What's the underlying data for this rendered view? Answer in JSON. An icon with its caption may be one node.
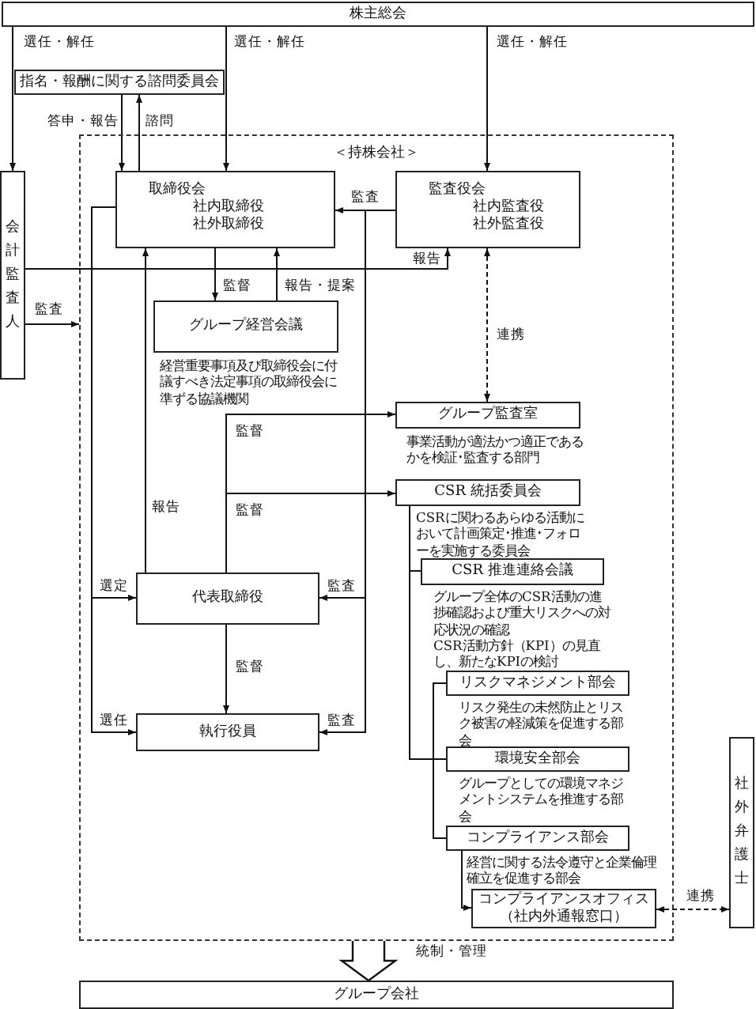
{
  "diagram": {
    "nodes": [
      {
        "text": [
          "株主総会"
        ]
      },
      {
        "text": [
          "指名・報酬に関する諮問委員会"
        ]
      },
      {
        "text": [
          "＜持株会社＞"
        ]
      },
      {
        "text": [
          "取締役会",
          "社内取締役",
          "社外取締役"
        ],
        "in": 2
      },
      {
        "text": [
          "監査役会",
          "社内監査役",
          "社外監査役"
        ],
        "in": 2
      },
      {
        "text": [
          "会計監査人"
        ]
      },
      {
        "text": [
          "グループ経営会議"
        ],
        "in": 2,
        "beside": [
          "経営重要事項及び取締役会に付議すべき法定事項の取締役会に準ずる協議機関"
        ]
      },
      {
        "text": [
          "グループ監査室"
        ],
        "in": 2,
        "beside": [
          "事業活動が適法かつ適正であるかを検証･監査する部門"
        ]
      },
      {
        "text": [
          "CSR 統括委員会"
        ],
        "in": 2,
        "beside": [
          "CSRに関わるあらゆる活動において計画策定･推進･フォローを実施する委員会"
        ]
      },
      {
        "text": [
          "CSR 推進連絡会議"
        ],
        "in": 2,
        "beside": [
          "グループ全体のCSR活動の進捗確認および重大リスクへの対応状況の確認",
          "CSR活動方針（KPI）の見直し、新たなKPIの検討"
        ]
      },
      {
        "text": [
          "代表取締役"
        ],
        "in": 2
      },
      {
        "text": [
          "リスクマネジメント部会"
        ],
        "in": 2,
        "beside": [
          "リスク発生の未然防止とリスク被害の軽減策を促進する部会"
        ]
      },
      {
        "text": [
          "執行役員"
        ],
        "in": 2
      },
      {
        "text": [
          "環境安全部会"
        ],
        "in": 2,
        "beside": [
          "グループとしての環境マネジメントシステムを推進する部会"
        ]
      },
      {
        "text": [
          "コンプライアンス部会"
        ],
        "in": 2,
        "beside": [
          "経営に関する法令遵守と企業倫理確立を促進する部会"
        ]
      },
      {
        "text": [
          "コンプライアンスオフィス",
          "（社内外通報窓口）"
        ],
        "in": 2
      },
      {
        "text": [
          "社外弁護士"
        ]
      },
      {
        "text": [
          "グループ会社"
        ]
      }
    ],
    "edges": [
      {
        "from": 0,
        "to": 5,
        "arrow": "to",
        "label": "選任・解任"
      },
      {
        "from": 0,
        "to": 3,
        "arrow": "to",
        "label": "選任・解任"
      },
      {
        "from": 0,
        "to": 4,
        "arrow": "to",
        "label": "選任・解任"
      },
      {
        "from": 1,
        "to": 3,
        "arrow": "to",
        "label": "答申・報告"
      },
      {
        "from": 3,
        "to": 1,
        "arrow": "to",
        "label": "諮問"
      },
      {
        "from": 4,
        "to": 3,
        "arrow": "to",
        "label": "監査"
      },
      {
        "from": 5,
        "to": 4,
        "arrow": "to",
        "label": "報告"
      },
      {
        "from": 5,
        "to": 2,
        "arrow": "to",
        "label": "監査"
      },
      {
        "from": 3,
        "to": 6,
        "arrow": "to",
        "label": "監督"
      },
      {
        "from": 6,
        "to": 3,
        "arrow": "to",
        "label": "報告・提案"
      },
      {
        "from": 4,
        "to": 7,
        "arrow": "both",
        "label": "連携",
        "style": "dashed"
      },
      {
        "from": 3,
        "to": 10,
        "arrow": "to",
        "label": "選定"
      },
      {
        "from": 3,
        "to": 12,
        "arrow": "to",
        "label": "選任"
      },
      {
        "from": 10,
        "to": 3,
        "arrow": "to",
        "label": "報告"
      },
      {
        "from": 10,
        "to": 7,
        "arrow": "to",
        "label": "監督"
      },
      {
        "from": 10,
        "to": 8,
        "arrow": "to",
        "label": "監督"
      },
      {
        "from": 4,
        "to": 10,
        "arrow": "to",
        "label": "監査"
      },
      {
        "from": 4,
        "to": 12,
        "arrow": "to",
        "label": "監査"
      },
      {
        "from": 10,
        "to": 12,
        "arrow": "to",
        "label": "監督"
      },
      {
        "from": 8,
        "to": 9,
        "arrow": "none"
      },
      {
        "from": 8,
        "to": 13,
        "arrow": "none"
      },
      {
        "from": 11,
        "to": 14,
        "arrow": "none"
      },
      {
        "from": 14,
        "to": 15,
        "arrow": "to"
      },
      {
        "from": 15,
        "to": 16,
        "arrow": "both",
        "label": "連携",
        "style": "dashed"
      },
      {
        "from": 2,
        "to": 17,
        "arrow": "to",
        "label": "統制・管理",
        "style": "thick"
      }
    ]
  }
}
